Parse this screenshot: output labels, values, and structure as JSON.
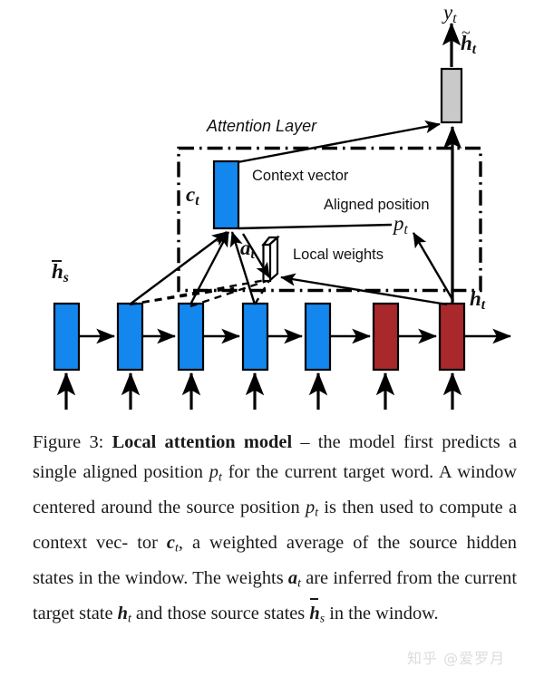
{
  "figure": {
    "attention_layer_label": "Attention Layer",
    "context_vector_label": "Context vector",
    "aligned_position_label": "Aligned position",
    "local_weights_label": "Local weights",
    "symbols": {
      "y_t": "y",
      "y_t_sub": "t",
      "h_tilde_t": "h",
      "h_tilde_t_sub": "t",
      "c_t": "c",
      "c_t_sub": "t",
      "a_t": "a",
      "a_t_sub": "t",
      "p_t": "p",
      "p_t_sub": "t",
      "h_t": "h",
      "h_t_sub": "t",
      "h_bar_s": "h",
      "h_bar_s_sub": "s"
    },
    "colors": {
      "source_state": "#1487ef",
      "target_state": "#a8282c",
      "output_state": "#c9c9c9",
      "stroke": "#000000",
      "background": "#ffffff"
    },
    "encoder_states": [
      {
        "index": 0,
        "color": "source_state",
        "role": "source"
      },
      {
        "index": 1,
        "color": "source_state",
        "role": "source"
      },
      {
        "index": 2,
        "color": "source_state",
        "role": "source"
      },
      {
        "index": 3,
        "color": "source_state",
        "role": "source"
      },
      {
        "index": 4,
        "color": "source_state",
        "role": "source"
      },
      {
        "index": 5,
        "color": "target_state",
        "role": "target"
      },
      {
        "index": 6,
        "color": "target_state",
        "role": "target"
      }
    ]
  },
  "caption": {
    "figure_number": "Figure 3:",
    "title": "Local attention model",
    "line_1_after_title": " – the model first",
    "line_2_a": "predicts a single aligned position ",
    "line_2_p": "p",
    "line_2_psub": "t",
    "line_2_b": " for the current",
    "line_3": "target word. A window centered around the source",
    "line_4_a": "position ",
    "line_4_p": "p",
    "line_4_psub": "t",
    "line_4_b": " is then used to compute a context vec-",
    "line_5_a": "tor ",
    "line_5_c": "c",
    "line_5_csub": "t",
    "line_5_b": ", a weighted average of the source hidden",
    "line_6_a": "states in the window. The weights ",
    "line_6_aa": "a",
    "line_6_asub": "t",
    "line_6_b": " are inferred",
    "line_7_a": "from the current target state ",
    "line_7_h": "h",
    "line_7_hsub": "t",
    "line_7_b": " and those source",
    "line_8_a": "states ",
    "line_8_h": "h",
    "line_8_hsub": "s",
    "line_8_b": " in the window.",
    "full_text": "Figure 3: Local attention model – the model first predicts a single aligned position p_t for the current target word. A window centered around the source position p_t is then used to compute a context vector c_t, a weighted average of the source hidden states in the window. The weights a_t are inferred from the current target state h_t and those source states h̄_s in the window."
  },
  "watermark": {
    "text": "知乎 @爱罗月"
  }
}
